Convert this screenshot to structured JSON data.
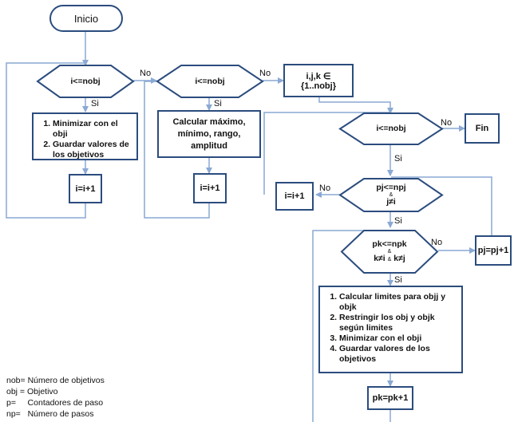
{
  "nodes": {
    "start": "Inicio",
    "cond1": "i<=nobj",
    "list1": [
      "Minimizar con el obji",
      "Guardar valores de los objetivos"
    ],
    "inc1": "i=i+1",
    "cond2": "i<=nobj",
    "calc": "Calcular máximo, mínimo, rango, amplitud",
    "inc2": "i=i+1",
    "choose": "i,j,k ∈ {1..nobj}",
    "cond3": "i<=nobj",
    "end": "Fin",
    "inc3": "i=i+1",
    "cond4_line1": "pj<=npj",
    "cond4_line2": "&",
    "cond4_line3": "j≠i",
    "inc4": "pj=pj+1",
    "cond5_line1": "pk<=npk",
    "cond5_line2": "&",
    "cond5_line3a": "k≠i",
    "cond5_line3b": "&",
    "cond5_line3c": "k≠j",
    "list2": [
      "Calcular limites para objj y objk",
      "Restringir los  obj y objk según limites",
      "Minimizar con el obji",
      "Guardar valores de los objetivos"
    ],
    "inc5": "pk=pk+1"
  },
  "labels": {
    "si": "Si",
    "no": "No"
  },
  "legend": [
    "nob= Número de objetivos",
    "obj = Objetivo",
    "p=     Contadores de paso",
    "np=   Número de pasos"
  ],
  "colors": {
    "border": "#2b4c7e",
    "arrow": "#8aa9d4"
  }
}
